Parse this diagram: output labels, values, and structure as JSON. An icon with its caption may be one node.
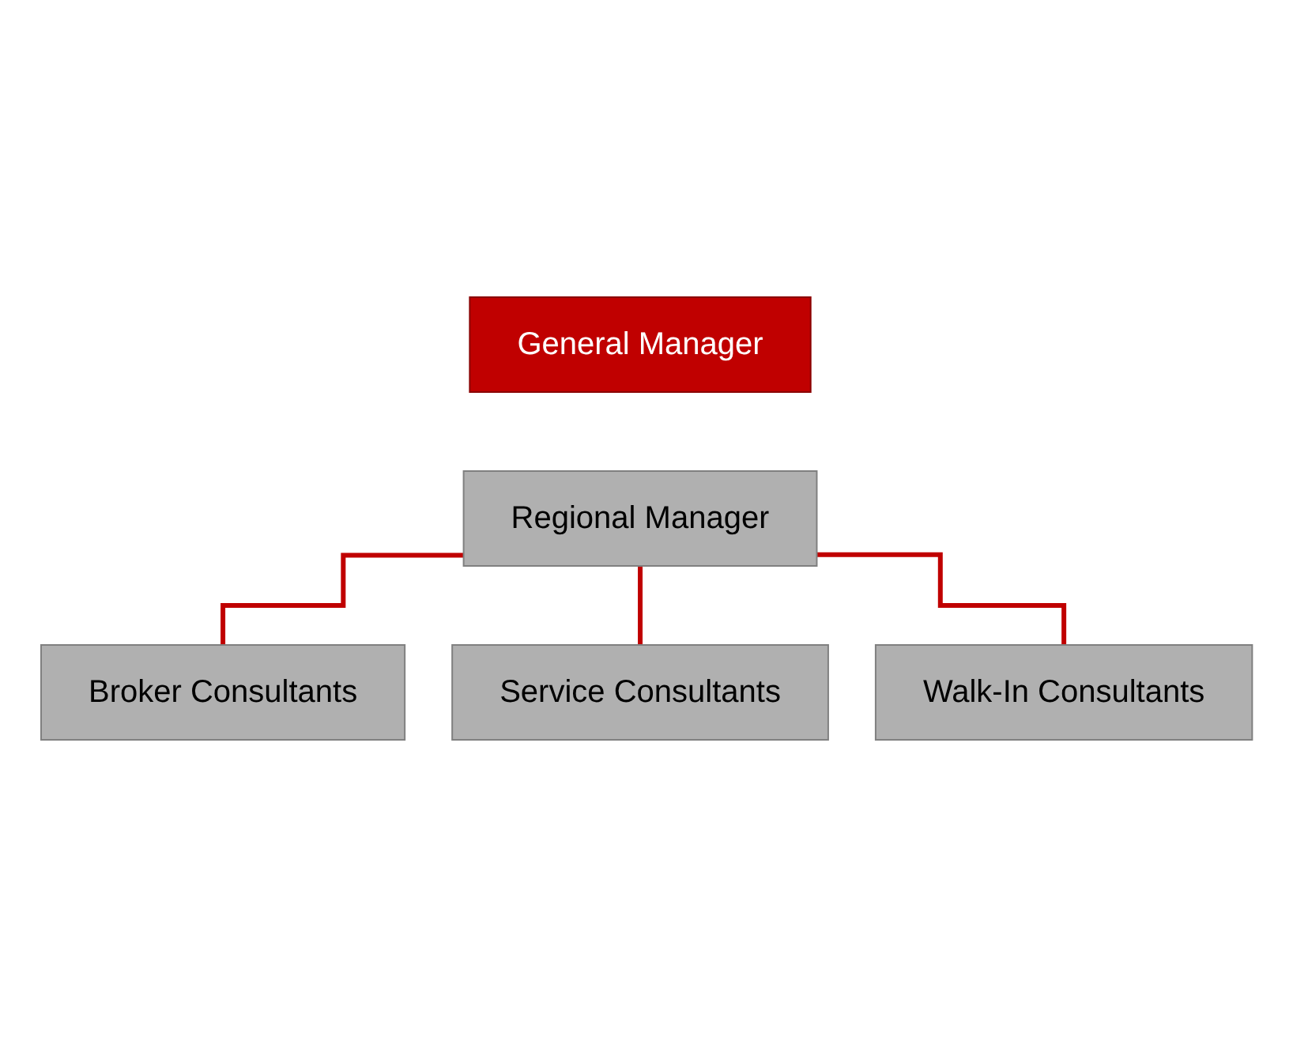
{
  "diagram": {
    "nodes": [
      {
        "text": [
          "General Manager"
        ]
      },
      {
        "text": [
          "Regional Manager"
        ]
      },
      {
        "text": [
          "Broker Consultants"
        ]
      },
      {
        "text": [
          "Service Consultants"
        ]
      },
      {
        "text": [
          "Walk-In Consultants"
        ]
      }
    ],
    "edges": [
      {
        "from": 1,
        "to": 2,
        "arrow": "none"
      },
      {
        "from": 1,
        "to": 3,
        "arrow": "none"
      },
      {
        "from": 1,
        "to": 4,
        "arrow": "none"
      }
    ]
  }
}
